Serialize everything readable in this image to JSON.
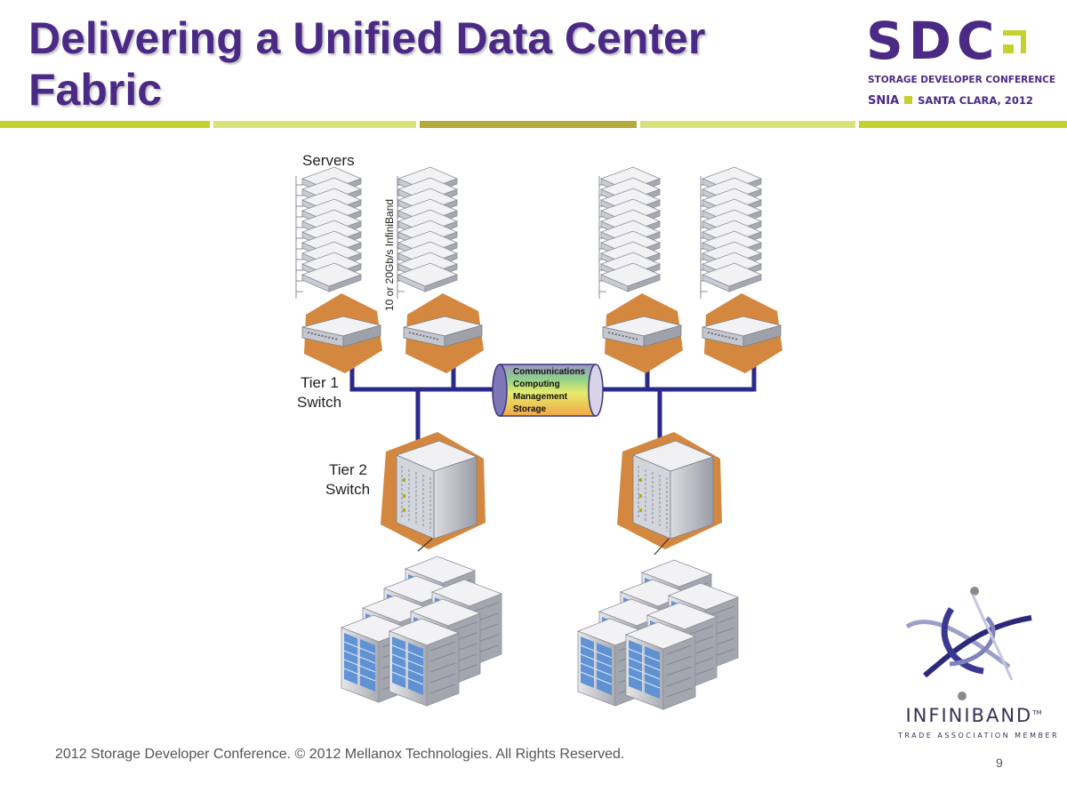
{
  "slide": {
    "title": "Delivering a Unified Data Center Fabric",
    "footer": "2012 Storage Developer Conference. © 2012 Mellanox Technologies.  All Rights Reserved.",
    "page_number": "9"
  },
  "sdc_logo": {
    "letters": "SDC",
    "subtitle": "STORAGE DEVELOPER CONFERENCE",
    "org": "SNIA",
    "location": "SANTA CLARA, 2012"
  },
  "infiniband_logo": {
    "wordmark": "INFINIBAND",
    "trademark": "TM",
    "subtitle": "TRADE ASSOCIATION MEMBER"
  },
  "diagram": {
    "servers_label": "Servers",
    "link_label": "10 or 20Gb/s InfiniBand",
    "tier1_label_line1": "Tier 1",
    "tier1_label_line2": "Switch",
    "tier2_label_line1": "Tier 2",
    "tier2_label_line2": "Switch",
    "fabric_layers": [
      "Communications",
      "Computing",
      "Management",
      "Storage"
    ]
  },
  "colors": {
    "title_purple": "#4b2a85",
    "accent_green": "#c4d12e",
    "hexagon_orange": "#d4883f",
    "fabric_link_blue": "#2b2a8a",
    "storage_blue": "#5b8fd4"
  }
}
